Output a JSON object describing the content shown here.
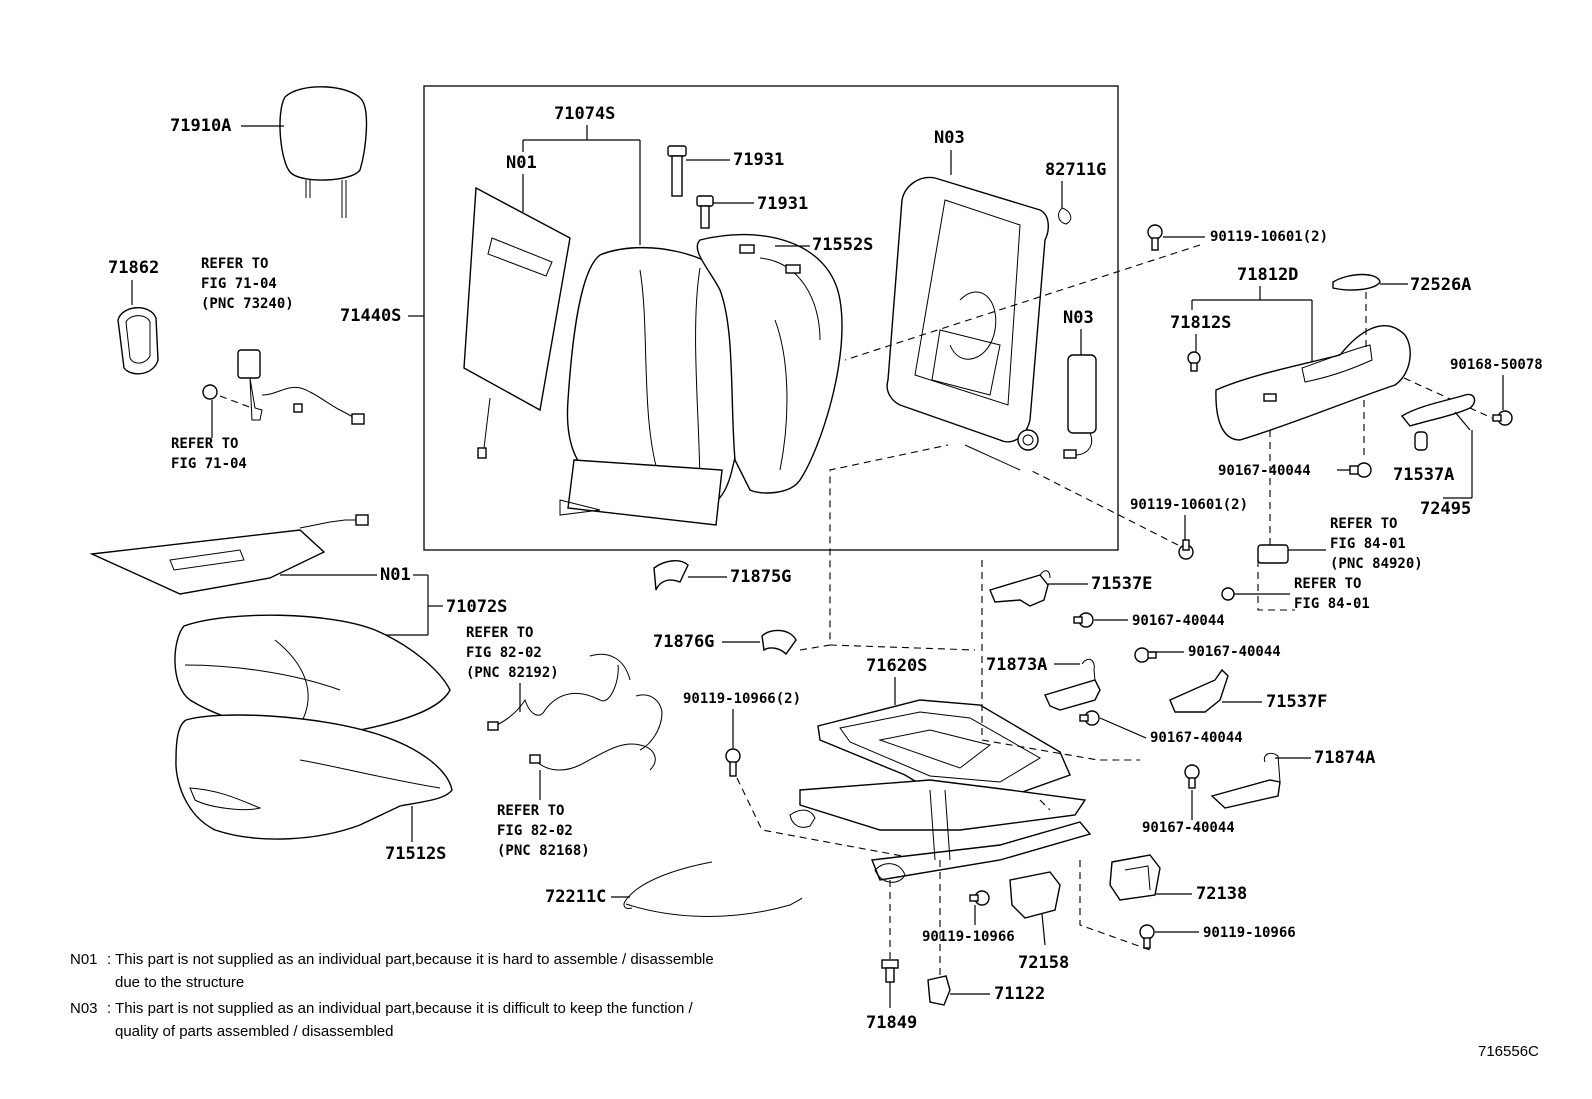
{
  "labels": {
    "p71910A": "71910A",
    "p71862": "71862",
    "refer1_line1": "REFER TO",
    "refer1_line2": "FIG 71-04",
    "refer1_line3": "(PNC 73240)",
    "refer2_line1": "REFER TO",
    "refer2_line2": "FIG 71-04",
    "p71440S": "71440S",
    "p71074S": "71074S",
    "n01_a": "N01",
    "p71931_a": "71931",
    "p71931_b": "71931",
    "p71552S": "71552S",
    "n03_a": "N03",
    "p82711G": "82711G",
    "n03_b": "N03",
    "p90119_10601_a": "90119-10601(2)",
    "p71812D": "71812D",
    "p72526A": "72526A",
    "p71812S": "71812S",
    "p90168_50078": "90168-50078",
    "p90167_40044_a": "90167-40044",
    "p71537A": "71537A",
    "p72495": "72495",
    "p90119_10601_b": "90119-10601(2)",
    "refer3_line1": "REFER TO",
    "refer3_line2": "FIG 84-01",
    "refer3_line3": "(PNC 84920)",
    "refer4_line1": "REFER TO",
    "refer4_line2": "FIG 84-01",
    "n01_b": "N01",
    "p71072S": "71072S",
    "p71875G": "71875G",
    "p71876G": "71876G",
    "p71537E": "71537E",
    "p90167_40044_b": "90167-40044",
    "p90167_40044_c": "90167-40044",
    "refer5_line1": "REFER TO",
    "refer5_line2": "FIG 82-02",
    "refer5_line3": "(PNC 82192)",
    "p71620S": "71620S",
    "p71873A": "71873A",
    "p71537F": "71537F",
    "p90119_10966_2": "90119-10966(2)",
    "p90167_40044_d": "90167-40044",
    "p71874A": "71874A",
    "refer6_line1": "REFER TO",
    "refer6_line2": "FIG 82-02",
    "refer6_line3": "(PNC 82168)",
    "p90167_40044_e": "90167-40044",
    "p71512S": "71512S",
    "p72138": "72138",
    "p72211C": "72211C",
    "p90119_10966_a": "90119-10966",
    "p90119_10966_b": "90119-10966",
    "p72158": "72158",
    "p71122": "71122",
    "p71849": "71849"
  },
  "notes": {
    "n01_code": "N01",
    "n01_line1": ": This part is not supplied as an individual part,because it is hard to assemble / disassemble",
    "n01_line2": "due to the structure",
    "n03_code": "N03",
    "n03_line1": ": This part is not supplied as an individual part,because it is difficult to keep the function /",
    "n03_line2": "quality of parts assembled / disassembled"
  },
  "figure_id": "716556C"
}
